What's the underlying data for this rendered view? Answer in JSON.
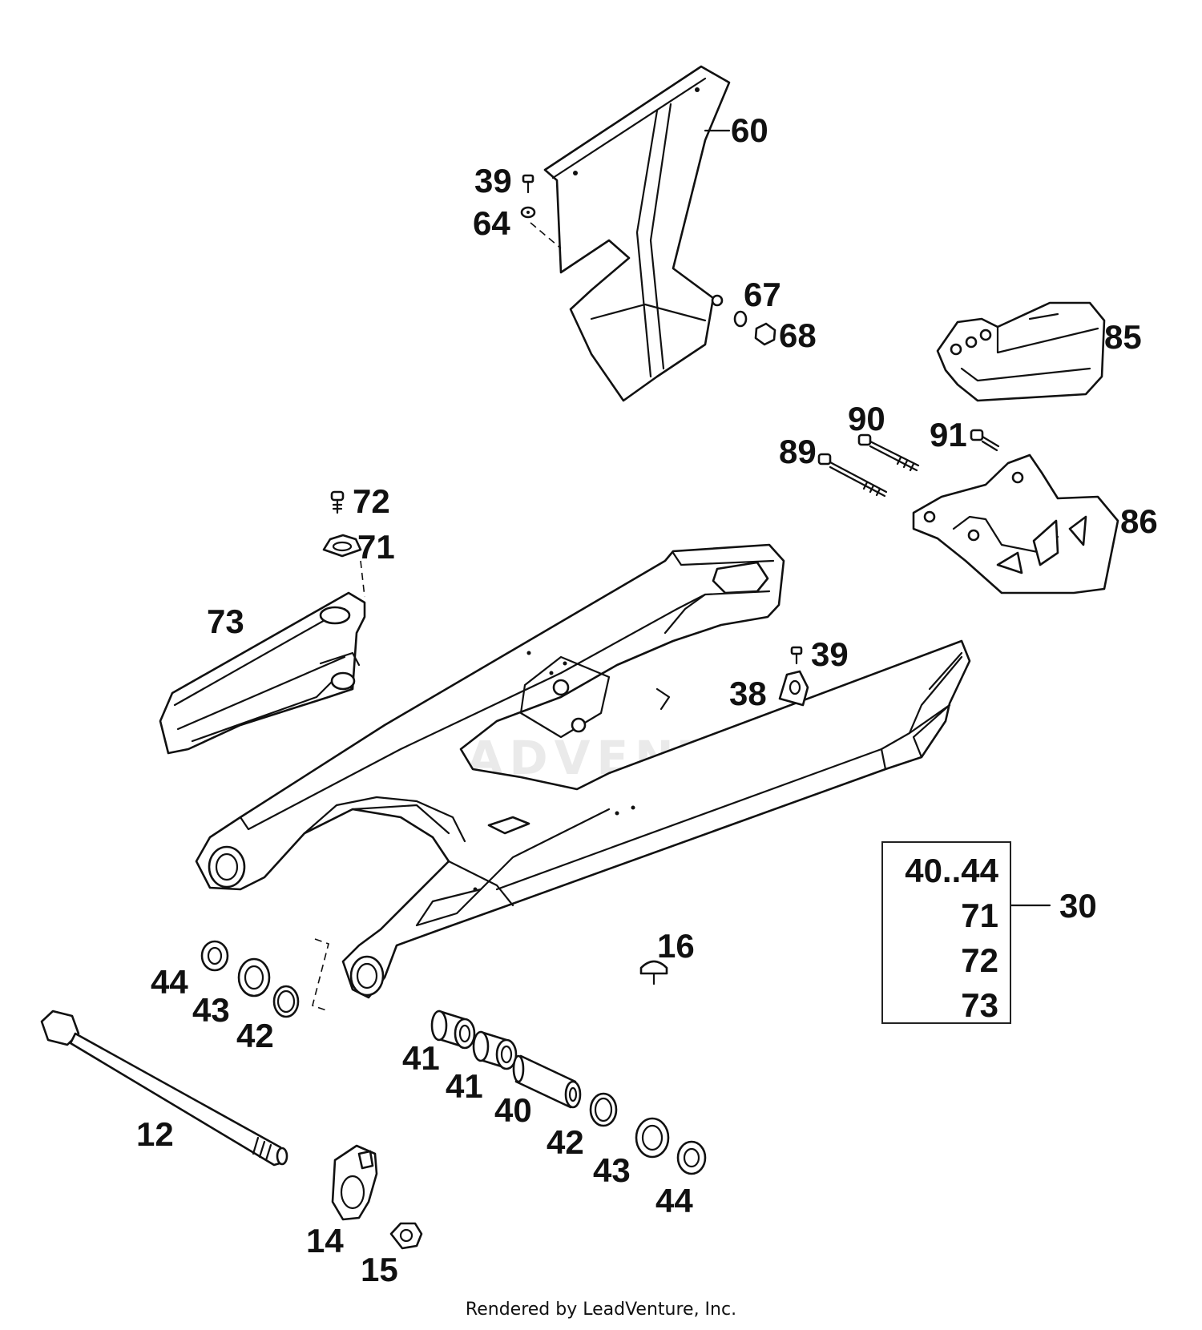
{
  "labels": {
    "l60": "60",
    "l39a": "39",
    "l64": "64",
    "l67": "67",
    "l68": "68",
    "l85": "85",
    "l90": "90",
    "l91": "91",
    "l89": "89",
    "l86": "86",
    "l72": "72",
    "l71": "71",
    "l73": "73",
    "l39b": "39",
    "l38": "38",
    "l16": "16",
    "l44a": "44",
    "l43a": "43",
    "l42a": "42",
    "l41a": "41",
    "l41b": "41",
    "l40": "40",
    "l42b": "42",
    "l43b": "43",
    "l44b": "44",
    "l12": "12",
    "l14": "14",
    "l15": "15",
    "l30": "30"
  },
  "kit": {
    "items": [
      "40..44",
      "71",
      "72",
      "73"
    ]
  },
  "watermark": "LEADVENTURE",
  "footer": "Rendered by LeadVenture, Inc."
}
